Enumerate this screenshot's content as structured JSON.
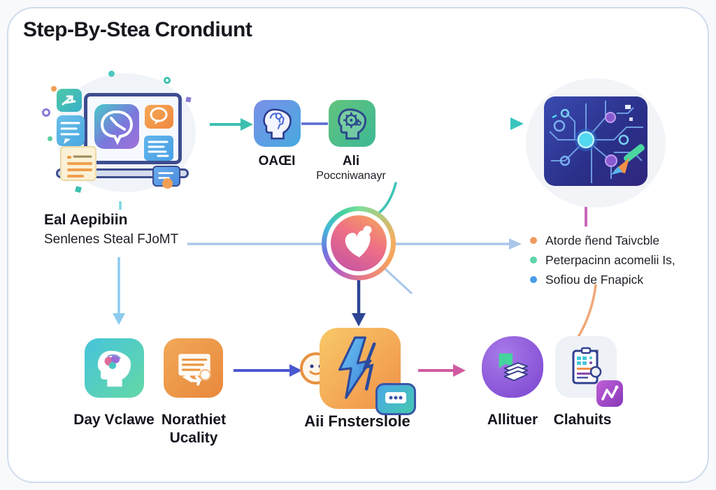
{
  "title": "Step-By-Stea Crondiunt",
  "source_step": {
    "heading": "Eal Aepibiin",
    "subheading": "Senlenes Steal FJoMT"
  },
  "top_flow": {
    "step1": {
      "label": "OAŒI",
      "icon": "head-profile-brain-icon"
    },
    "step2": {
      "label": "Ali",
      "sublabel": "Poccniwanayr",
      "icon": "head-gear-icon"
    },
    "result_icon": "circuit-board-chip-icon"
  },
  "bullets": [
    {
      "color": "#f09a62",
      "text": "Atorde ñend Taivcble"
    },
    {
      "color": "#5fd4a8",
      "text": "Peterpacinn acomelii Is,"
    },
    {
      "color": "#4a9de8",
      "text": "Sofiou de Fnapick"
    }
  ],
  "bottom_flow": {
    "step1": {
      "label": "Day Vclawe",
      "icon": "head-colorful-brain-icon"
    },
    "step2": {
      "label": "Norathiet",
      "label2": "Ucality",
      "icon": "certificate-arrow-icon"
    },
    "step3": {
      "label": "Aii Fnsterslole",
      "icon": "lightning-bolt-icon"
    },
    "step4": {
      "label": "Allituer",
      "icon": "book-stack-icon"
    },
    "step5": {
      "label": "Clahuits",
      "icon": "clipboard-report-icon"
    }
  },
  "hub_icon": "heart-badge-icon",
  "accent_colors": {
    "teal": "#3cc0b0",
    "indigo": "#4a58d0",
    "navy": "#2c4594",
    "light_blue": "#a9c6ea",
    "sky": "#8ccbee",
    "pink": "#d05aa0",
    "orchid": "#c868b8",
    "orange_curve": "#f0a878"
  }
}
